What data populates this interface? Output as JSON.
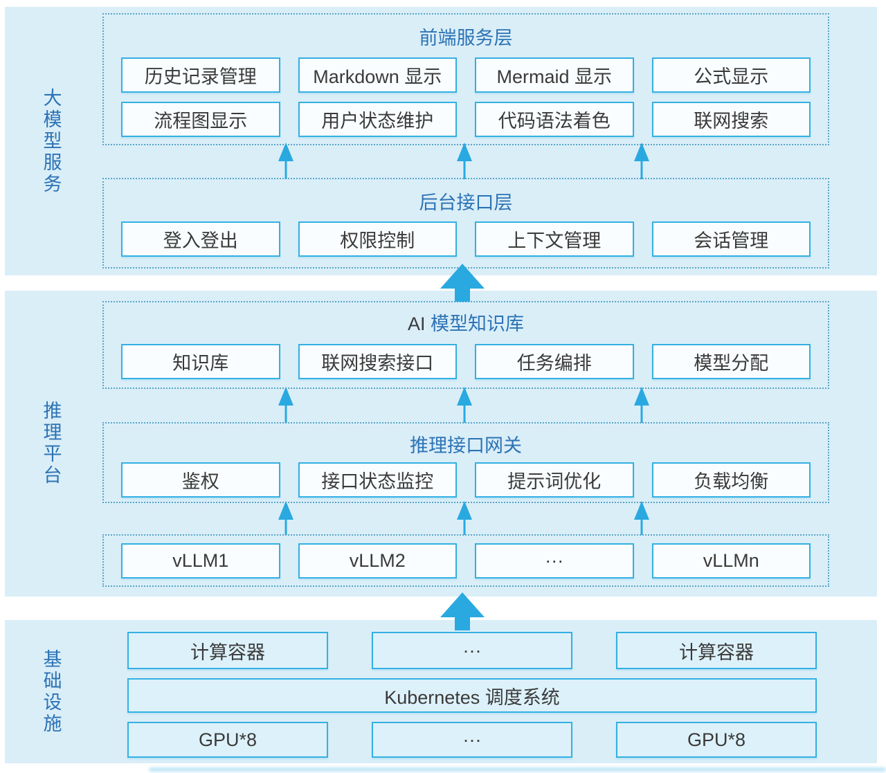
{
  "colors": {
    "arrow": "#29a9e0",
    "node_border": "#33b0e2",
    "panel_background": "#daeef8",
    "title_text": "#2c73b5",
    "node_text": "#3a3a3a"
  },
  "sections": [
    {
      "label": "大模型服务",
      "layers": [
        {
          "title": "前端服务层",
          "rows": [
            [
              "历史记录管理",
              "Markdown 显示",
              "Mermaid 显示",
              "公式显示"
            ],
            [
              "流程图显示",
              "用户状态维护",
              "代码语法着色",
              "联网搜索"
            ]
          ]
        },
        {
          "title": "后台接口层",
          "rows": [
            [
              "登入登出",
              "权限控制",
              "上下文管理",
              "会话管理"
            ]
          ]
        }
      ]
    },
    {
      "label": "推理平台",
      "layers": [
        {
          "title_prefix": "AI ",
          "title": "模型知识库",
          "rows": [
            [
              "知识库",
              "联网搜索接口",
              "任务编排",
              "模型分配"
            ]
          ]
        },
        {
          "title": "推理接口网关",
          "rows": [
            [
              "鉴权",
              "接口状态监控",
              "提示词优化",
              "负载均衡"
            ]
          ]
        },
        {
          "title": "",
          "rows": [
            [
              "vLLM1",
              "vLLM2",
              "···",
              "vLLMn"
            ]
          ]
        }
      ]
    },
    {
      "label": "基础设施",
      "rows": [
        [
          "计算容器",
          "···",
          "计算容器"
        ],
        [
          "Kubernetes 调度系统"
        ],
        [
          "GPU*8",
          "···",
          "GPU*8"
        ]
      ]
    }
  ]
}
